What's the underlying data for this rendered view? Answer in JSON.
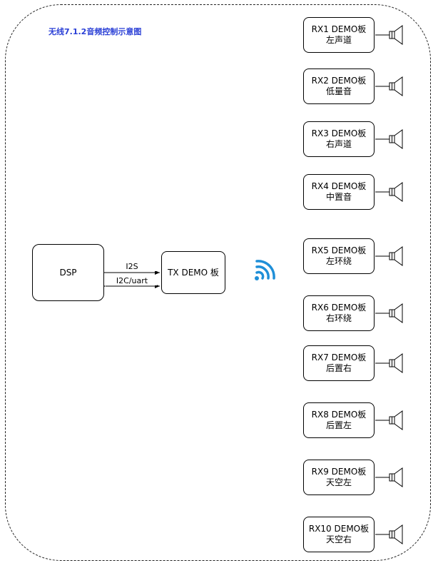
{
  "diagram": {
    "title": "无线7.1.2音频控制示意图",
    "dsp": {
      "label": "DSP"
    },
    "tx": {
      "label": "TX DEMO 板"
    },
    "edges": {
      "i2s": "I2S",
      "i2c": "I2C/uart"
    },
    "wireless_icon": "wifi-signal-icon",
    "speaker_icon": "speaker-icon",
    "rx_boards": [
      {
        "name": "RX1 DEMO板",
        "channel": "左声道"
      },
      {
        "name": "RX2 DEMO板",
        "channel": "低量音"
      },
      {
        "name": "RX3 DEMO板",
        "channel": "右声道"
      },
      {
        "name": "RX4 DEMO板",
        "channel": "中置音"
      },
      {
        "name": "RX5 DEMO板",
        "channel": "左环绕"
      },
      {
        "name": "RX6 DEMO板",
        "channel": "右环绕"
      },
      {
        "name": "RX7 DEMO板",
        "channel": "后置右"
      },
      {
        "name": "RX8 DEMO板",
        "channel": "后置左"
      },
      {
        "name": "RX9 DEMO板",
        "channel": "天空左"
      },
      {
        "name": "RX10 DEMO板",
        "channel": "天空右"
      }
    ],
    "colors": {
      "title": "#2a3fd6",
      "wifi": "#1f8fd8",
      "border": "#000000"
    }
  }
}
